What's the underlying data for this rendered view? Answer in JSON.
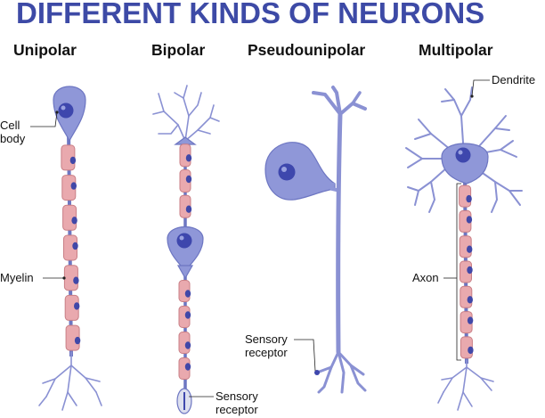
{
  "title": "DIFFERENT KINDS OF NEURONS",
  "colors": {
    "title": "#3d4aa6",
    "neuron": "#8f97d8",
    "nucleus": "#3e47ad",
    "myelin": "#e9a9ae",
    "schwann_nucleus": "#4148a8"
  },
  "columns": [
    {
      "heading": "Unipolar"
    },
    {
      "heading": "Bipolar"
    },
    {
      "heading": "Pseudounipolar"
    },
    {
      "heading": "Multipolar"
    }
  ],
  "labels": {
    "cell_body": [
      "Cell",
      "body"
    ],
    "myelin": "Myelin",
    "sensory_receptor_bipolar": [
      "Sensory",
      "receptor"
    ],
    "sensory_receptor_pseudo": [
      "Sensory",
      "receptor"
    ],
    "dendrite": "Dendrite",
    "axon": "Axon"
  }
}
